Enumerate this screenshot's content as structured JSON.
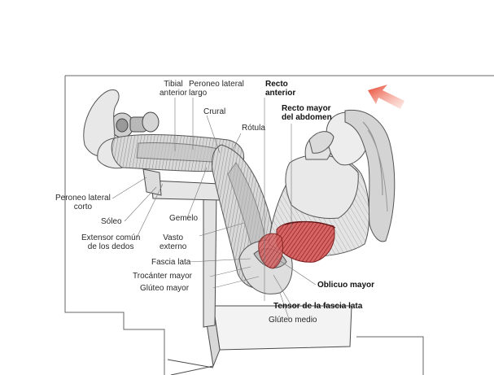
{
  "labels": {
    "tibial_anterior": [
      "Tibial",
      "anterior"
    ],
    "peroneo_lateral_largo": [
      "Peroneo lateral",
      "largo"
    ],
    "recto_anterior": [
      "Recto",
      "anterior"
    ],
    "recto_mayor": [
      "Recto mayor",
      "del abdomen"
    ],
    "crural": "Crural",
    "rotula": "Rótula",
    "peroneo_lateral_corto": [
      "Peroneo lateral",
      "corto"
    ],
    "soleo": "Sóleo",
    "gemelo": "Gemelo",
    "extensor": [
      "Extensor común",
      "de los dedos"
    ],
    "vasto_externo": [
      "Vasto",
      "externo"
    ],
    "fascia_lata": "Fascia lata",
    "trocanter": "Trocánter mayor",
    "gluteo_mayor": "Glúteo mayor",
    "oblicuo_mayor": "Oblicuo mayor",
    "tensor_fascia": "Tensor de la fascia lata",
    "gluteo_medio": "Glúteo medio"
  },
  "colors": {
    "arrow": "#e8402a",
    "muscle_red": "#c23a3a",
    "outline": "#555555"
  }
}
